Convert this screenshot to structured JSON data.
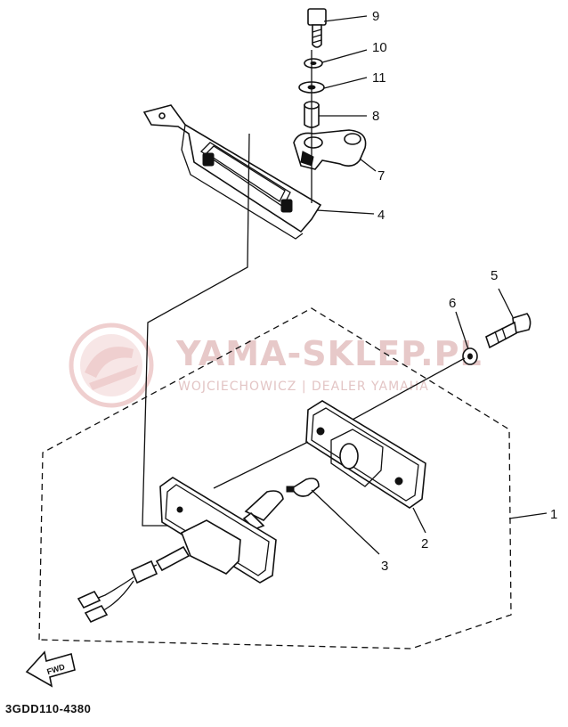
{
  "callouts": [
    {
      "label": "9"
    },
    {
      "label": "10"
    },
    {
      "label": "11"
    },
    {
      "label": "8"
    },
    {
      "label": "7"
    },
    {
      "label": "4"
    },
    {
      "label": "5"
    },
    {
      "label": "6"
    },
    {
      "label": "1"
    },
    {
      "label": "2"
    },
    {
      "label": "3"
    }
  ],
  "diagram_code": "3GDD110-4380",
  "fwd_label": "FWD",
  "watermark": {
    "title": "YAMA-SKLEP.PL",
    "subtitle": "WOJCIECHOWICZ | DEALER YAMAHA",
    "color": "#e7c9c9"
  }
}
